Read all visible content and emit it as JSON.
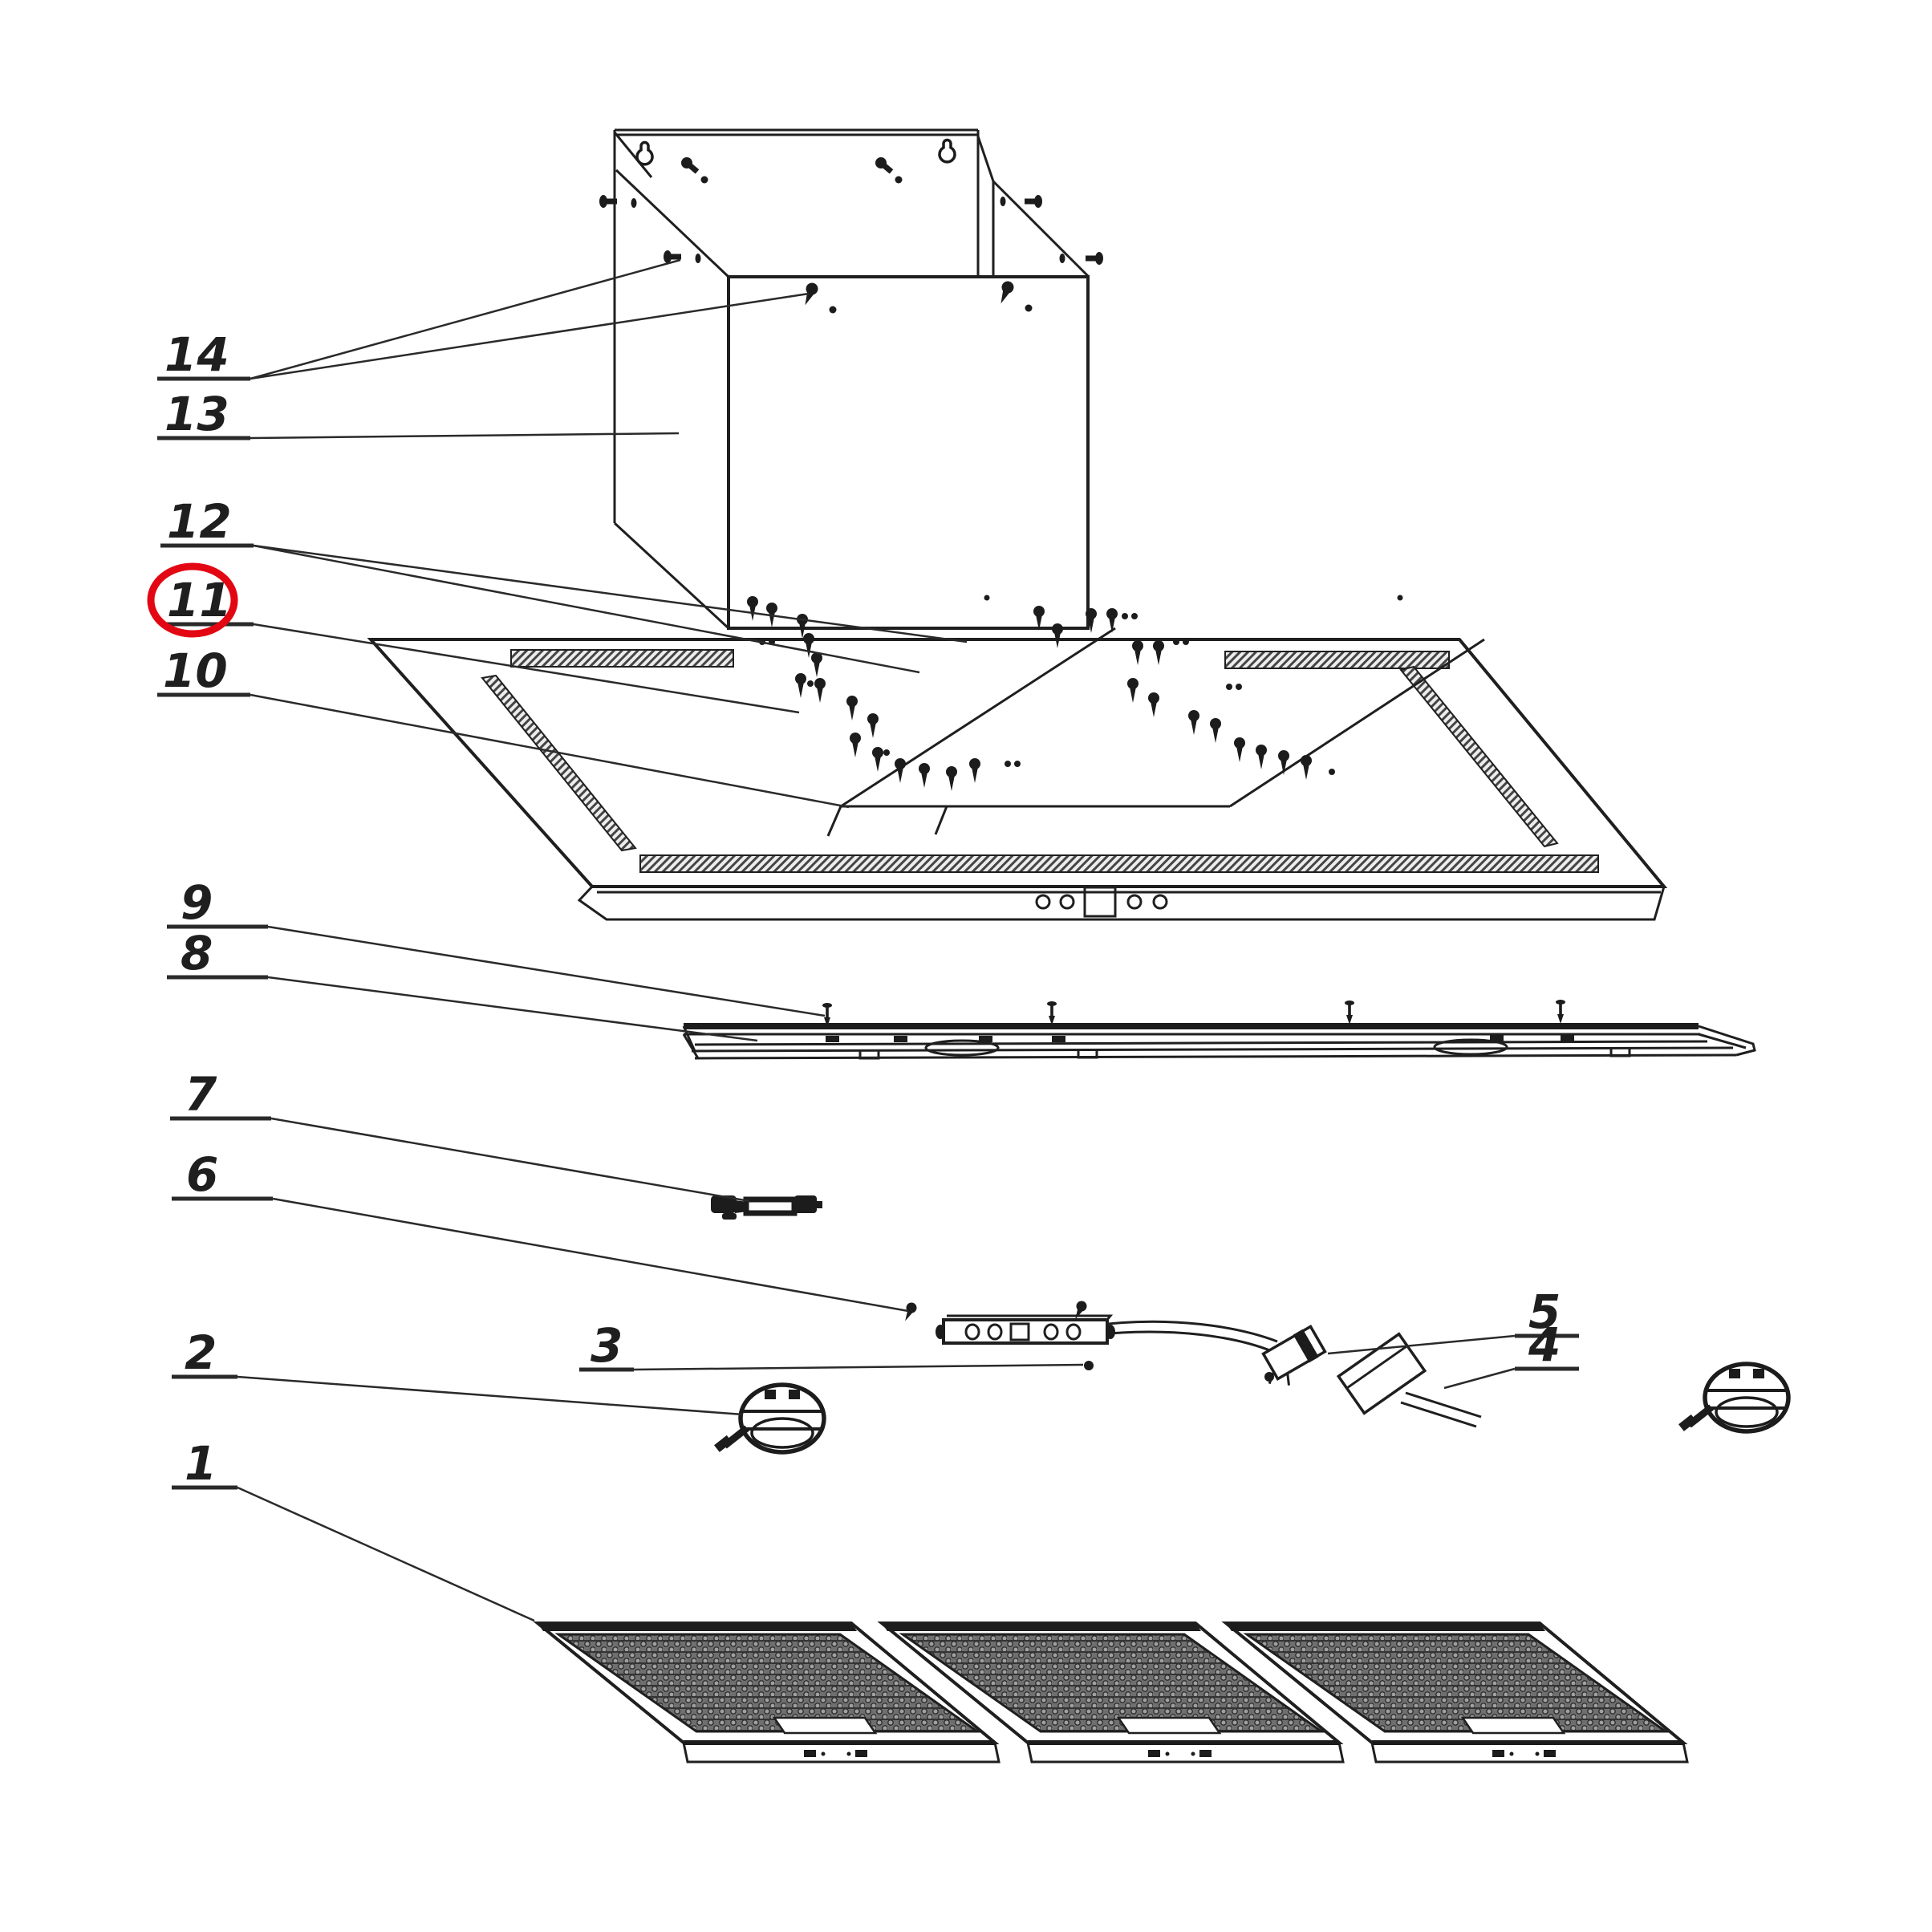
{
  "diagram": {
    "type": "exploded-parts-diagram",
    "subject": "cooker-hood",
    "highlight": {
      "part": "11",
      "color": "#e30613"
    },
    "labels": {
      "p1": "1",
      "p2": "2",
      "p3": "3",
      "p4": "4",
      "p5": "5",
      "p6": "6",
      "p7": "7",
      "p8": "8",
      "p9": "9",
      "p10": "10",
      "p11": "11",
      "p12": "12",
      "p13": "13",
      "p14": "14"
    }
  }
}
